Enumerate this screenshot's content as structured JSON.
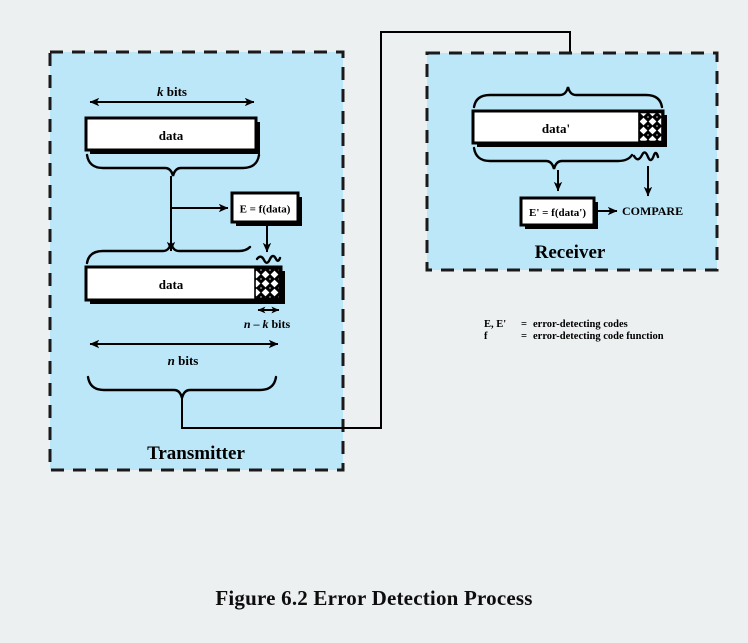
{
  "figure": {
    "caption": "Figure 6.2  Error Detection Process",
    "background_color": "#edf0f1",
    "panel_color": "#bce7f8",
    "line_color": "#000000"
  },
  "transmitter": {
    "title": "Transmitter",
    "k_bits_label": "k bits",
    "k_bits_label_italic": "k",
    "data_box_label": "data",
    "function_box_label": "E = f(data)",
    "frame_box_label": "data",
    "nk_bits_label": "n – k bits",
    "n_bits_label": "n bits"
  },
  "receiver": {
    "title": "Receiver",
    "data_box_label": "data'",
    "function_box_label": "E' = f(data')",
    "compare_label": "COMPARE"
  },
  "legend": {
    "line1_term": "E, E'",
    "line1_eq": "=",
    "line1_def": "error-detecting codes",
    "line2_term": "f",
    "line2_eq": "=",
    "line2_def": "error-detecting code function",
    "line1_full": "E, E' = error-detecting codes",
    "line2_full": "f      = error-detecting code function"
  },
  "icons": {
    "arrow_right": "arrow-right-icon",
    "arrow_down": "arrow-down-icon",
    "double_arrow": "double-headed-arrow-icon",
    "brace": "curly-brace-icon",
    "checker": "checkered-block-icon"
  }
}
